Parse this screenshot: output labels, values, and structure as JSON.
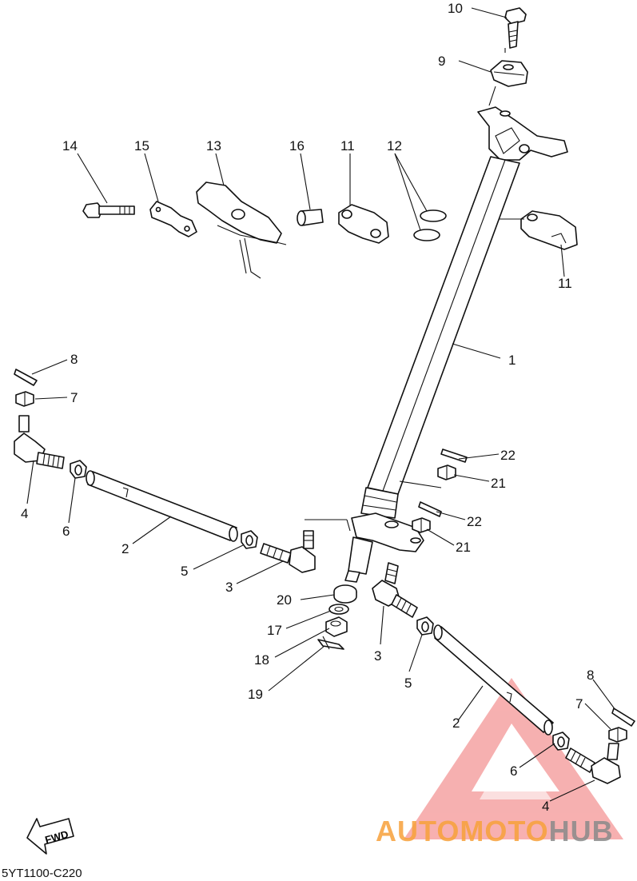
{
  "diagram": {
    "reference_code": "5YT1100-C220",
    "fwd_label": "FWD",
    "callouts": [
      {
        "id": "c10",
        "text": "10"
      },
      {
        "id": "c9",
        "text": "9"
      },
      {
        "id": "c14",
        "text": "14"
      },
      {
        "id": "c15",
        "text": "15"
      },
      {
        "id": "c13",
        "text": "13"
      },
      {
        "id": "c16",
        "text": "16"
      },
      {
        "id": "c11a",
        "text": "11"
      },
      {
        "id": "c12",
        "text": "12"
      },
      {
        "id": "c11b",
        "text": "11"
      },
      {
        "id": "c1",
        "text": "1"
      },
      {
        "id": "c8a",
        "text": "8"
      },
      {
        "id": "c7a",
        "text": "7"
      },
      {
        "id": "c4a",
        "text": "4"
      },
      {
        "id": "c6a",
        "text": "6"
      },
      {
        "id": "c2a",
        "text": "2"
      },
      {
        "id": "c5a",
        "text": "5"
      },
      {
        "id": "c3a",
        "text": "3"
      },
      {
        "id": "c22a",
        "text": "22"
      },
      {
        "id": "c21a",
        "text": "21"
      },
      {
        "id": "c22b",
        "text": "22"
      },
      {
        "id": "c21b",
        "text": "21"
      },
      {
        "id": "c20",
        "text": "20"
      },
      {
        "id": "c17",
        "text": "17"
      },
      {
        "id": "c18",
        "text": "18"
      },
      {
        "id": "c19",
        "text": "19"
      },
      {
        "id": "c3b",
        "text": "3"
      },
      {
        "id": "c5b",
        "text": "5"
      },
      {
        "id": "c2b",
        "text": "2"
      },
      {
        "id": "c8b",
        "text": "8"
      },
      {
        "id": "c7b",
        "text": "7"
      },
      {
        "id": "c6b",
        "text": "6"
      },
      {
        "id": "c4b",
        "text": "4"
      }
    ]
  },
  "watermark": {
    "brand_part1": "AUTOMOTO",
    "brand_part2": "HUB",
    "color_part1": "#f7a13a",
    "color_part2": "#8a8a8a",
    "logo_color": "#f07070"
  }
}
